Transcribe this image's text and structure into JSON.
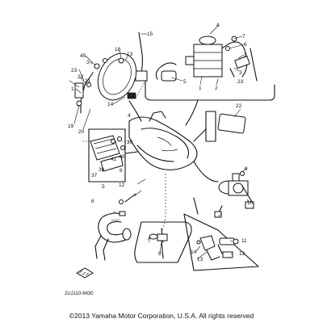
{
  "diagram": {
    "callouts": [
      "15",
      "18",
      "13",
      "45",
      "3",
      "23",
      "22",
      "21",
      "1",
      "4",
      "7",
      "6",
      "5",
      "3",
      "1",
      "2",
      "3",
      "23",
      "14",
      "19",
      "20",
      "4",
      "39",
      "40",
      "41",
      "38",
      "37",
      "22",
      "8",
      "9",
      "10",
      "12",
      "5",
      "6",
      "7",
      "8",
      "11",
      "12",
      "13",
      "14"
    ],
    "code": "2UJ110-8430"
  },
  "footer": {
    "copyright": "©2013 Yamaha Motor Corporation, U.S.A. All rights reserved"
  }
}
